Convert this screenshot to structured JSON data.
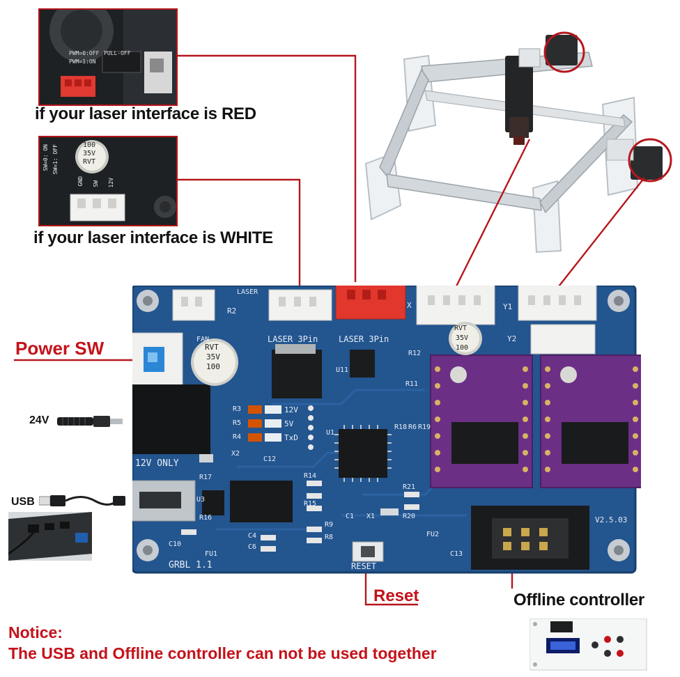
{
  "captions": {
    "red_interface": "if your laser interface is RED",
    "white_interface": "if your laser interface is WHITE",
    "power_sw": "Power SW",
    "voltage": "24V",
    "usb": "USB",
    "reset": "Reset",
    "offline_controller": "Offline controller",
    "notice_title": "Notice:",
    "notice_body": "The USB and Offline controller can not be used together"
  },
  "inset_red": {
    "label1": "PWM=0:OFF",
    "label2": "PWM=1:ON",
    "label3": "PULL-OFF"
  },
  "inset_white": {
    "cap_value": "100",
    "cap_voltage": "35V",
    "cap_brand": "RVT",
    "side1": "SW=0: ON",
    "side2": "SW=1: OFF",
    "pin1": "GND",
    "pin2": "SW",
    "pin3": "12V"
  },
  "board": {
    "laser_label": "LASER",
    "laser3pin_1": "LASER 3Pin",
    "laser3pin_2": "LASER 3Pin",
    "r2": "R2",
    "fan": "FAN",
    "x": "X",
    "y1": "Y1",
    "y2": "Y2",
    "cap_value": "100",
    "cap_voltage": "35V",
    "cap_brand": "RVT",
    "led_12v": "12V",
    "led_5v": "5V",
    "led_txd": "TxD",
    "r3": "R3",
    "r5": "R5",
    "r4": "R4",
    "u1": "U1",
    "u11": "U11",
    "x2": "X2",
    "c12": "C12",
    "r12": "R12",
    "r11": "R11",
    "r18": "R18",
    "r6": "R6",
    "r19": "R19",
    "r14": "R14",
    "r15": "R15",
    "r21": "R21",
    "r20": "R20",
    "r9": "R9",
    "r8": "R8",
    "c1": "C1",
    "x1": "X1",
    "c4": "C4",
    "c6": "C6",
    "c10": "C10",
    "r17": "R17",
    "r16": "R16",
    "u3": "U3",
    "fu1": "FU1",
    "fu2": "FU2",
    "c13": "C13",
    "only12v": "12V ONLY",
    "grbl": "GRBL 1.1",
    "reset": "RESET",
    "version": "V2.5.03"
  },
  "colors": {
    "accent_red": "#c4121a",
    "lead_red": "#b5171d",
    "pcb_blue": "#23558f",
    "driver_purple": "#6b2f86"
  }
}
